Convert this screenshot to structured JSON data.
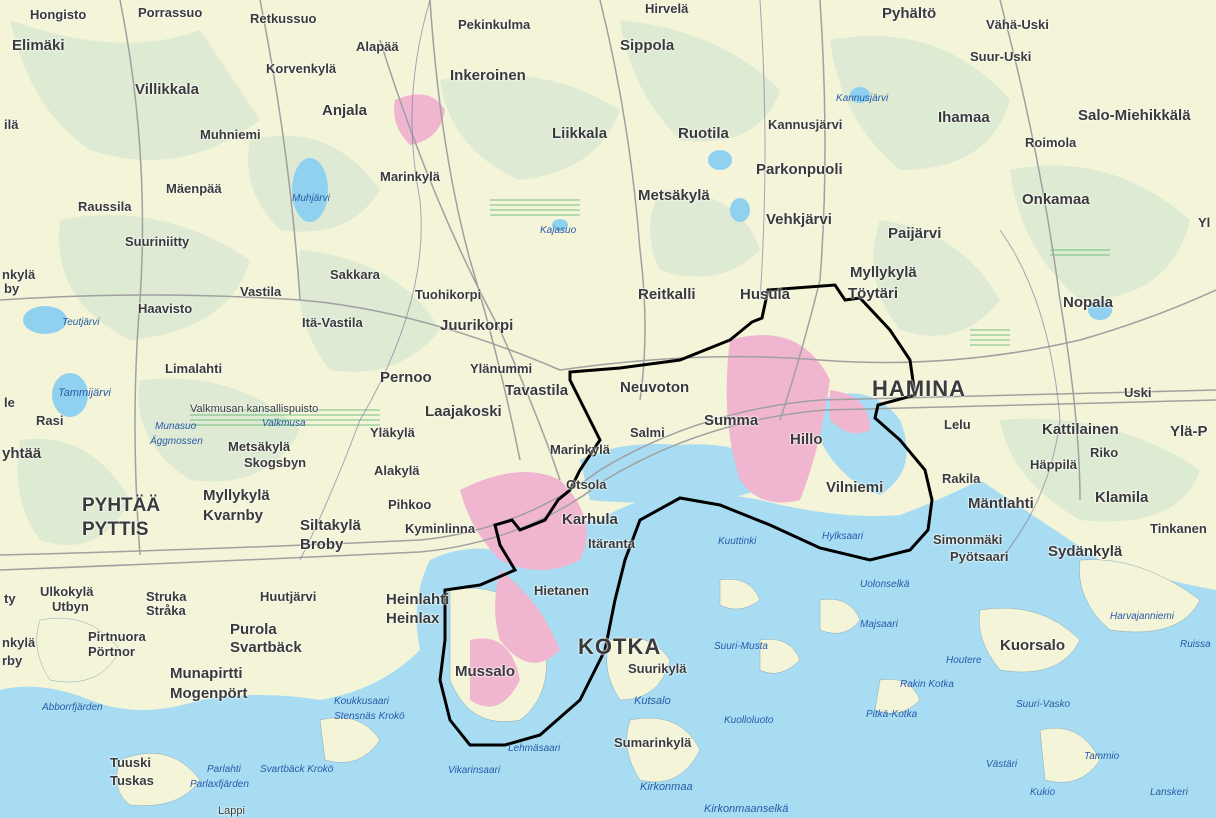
{
  "colors": {
    "land": "#f3f4d8",
    "forest": "#d9ead0",
    "sea": "#a8dcf2",
    "lake": "#8fd1ef",
    "urban": "#f0b6d0",
    "road": "#9c9c9c",
    "boundary": "#000000",
    "marsh": "#3fae5a"
  },
  "places": {
    "hongisto": "Hongisto",
    "porrassuo": "Porrassuo",
    "retkussuo": "Retkussuo",
    "pekinkulma": "Pekinkulma",
    "hirvela": "Hirvelä",
    "pyhalto": "Pyhältö",
    "vaha_uski": "Vähä-Uski",
    "elimaki": "Elimäki",
    "alapaa": "Alapää",
    "sippola": "Sippola",
    "suur_uski": "Suur-Uski",
    "korvenkyla": "Korvenkylä",
    "inkeroinen": "Inkeroinen",
    "villikkala": "Villikkala",
    "kannusjarvi_w": "Kannusjärvi",
    "ila": "ilä",
    "anjala": "Anjala",
    "ihamaa": "Ihamaa",
    "salo": "Salo-Miehikkälä",
    "muhniemi": "Muhniemi",
    "liikkala": "Liikkala",
    "ruotila": "Ruotila",
    "kannusjarvi": "Kannusjärvi",
    "roimola": "Roimola",
    "parkonpuoli": "Parkonpuoli",
    "marinkyla_n": "Marinkylä",
    "maenpaa": "Mäenpää",
    "muhjarvi": "Muhjärvi",
    "metsakyla_n": "Metsäkylä",
    "raussila": "Raussila",
    "onkamaa": "Onkamaa",
    "vehkjarvi": "Vehkjärvi",
    "kajasuo": "Kajasuo",
    "yl": "Yl",
    "suuriniitty": "Suuriniitty",
    "paijarvi": "Paijärvi",
    "nkyla": "nkylä",
    "by": "by",
    "myllykyla_n": "Myllykylä",
    "sakkara": "Sakkara",
    "vastila": "Vastila",
    "tuohikorpi": "Tuohikorpi",
    "reitkalli": "Reitkalli",
    "husula": "Husula",
    "toytari": "Töytäri",
    "nopala": "Nopala",
    "haavisto": "Haavisto",
    "teutjarvi": "Teutjärvi",
    "ita_vastila": "Itä-Vastila",
    "juurikorpi": "Juurikorpi",
    "ylanummi": "Ylänummi",
    "limalahti": "Limalahti",
    "tavastila": "Tavastila",
    "neuvoton": "Neuvoton",
    "pernoo": "Pernoo",
    "hamina": "HAMINA",
    "uski": "Uski",
    "tammijarvi": "Tammijärvi",
    "le": "le",
    "rasi": "Rasi",
    "valkmusan_kp": "Valkmusan kansallispuisto",
    "valkmusa": "Valkmusa",
    "laajakoski": "Laajakoski",
    "summa": "Summa",
    "lelu": "Lelu",
    "kattilainen": "Kattilainen",
    "yla_p": "Ylä-P",
    "munasuo": "Munasuo",
    "aggmossen": "Äggmossen",
    "salmi": "Salmi",
    "hillo": "Hillo",
    "riko": "Riko",
    "yhtaa": "yhtää",
    "metsakyla_s": "Metsäkylä",
    "skogsbyn": "Skogsbyn",
    "ylakyla": "Yläkylä",
    "marinkyla_s": "Marinkylä",
    "happila": "Häppilä",
    "rakila": "Rakila",
    "alakyla": "Alakylä",
    "otsola": "Otsola",
    "vilniemi": "Vilniemi",
    "pyhtaa": "PYHTÄÄ",
    "pyttis": "PYTTIS",
    "myllykyla_s": "Myllykylä",
    "kvarnby": "Kvarnby",
    "pihkoo": "Pihkoo",
    "mantlahti": "Mäntlahti",
    "klamila": "Klamila",
    "siltakyla": "Siltakylä",
    "broby": "Broby",
    "kyminlinna": "Kyminlinna",
    "karhula": "Karhula",
    "tinkanen": "Tinkanen",
    "itaranta": "Itäranta",
    "kuuttinki": "Kuuttinki",
    "hylksaari": "Hylksaari",
    "simonmaki": "Simonmäki",
    "pyotsaari": "Pyötsaari",
    "sydankyla": "Sydänkylä",
    "ulkokyla": "Ulkokylä",
    "utbyn": "Utbyn",
    "struka": "Struka",
    "straka": "Stråka",
    "huutjarvi": "Huutjärvi",
    "heinlahti": "Heinlahti",
    "heinlax": "Heinlax",
    "hietanen": "Hietanen",
    "uolonselka": "Uolonselkä",
    "harvajanniemi": "Harvajanniemi",
    "ruissa": "Ruissa",
    "pirtnuora": "Pirtnuora",
    "portnor": "Pörtnor",
    "purola": "Purola",
    "svartback": "Svartbäck",
    "majsaari": "Majsaari",
    "kuorsalo": "Kuorsalo",
    "nkyla2": "nkylä",
    "rby": "rby",
    "kotka": "KOTKA",
    "suuri_musta": "Suuri-Musta",
    "houtere": "Houtere",
    "suurikyla": "Suurikylä",
    "munapirtti": "Munapirtti",
    "mogenport": "Mogenpört",
    "mussalo": "Mussalo",
    "rakin_kotka": "Rakin Kotka",
    "kutsalo": "Kutsalo",
    "koukkusaari": "Koukkusaari",
    "stensnas": "Stensnäs Krokö",
    "abborfjarden": "Abborrfjärden",
    "kuolloluoto": "Kuolloluoto",
    "pitka_kotka": "Pitkä-Kotka",
    "suuri_vasko": "Suuri-Vasko",
    "lehmasaari": "Lehmäsaari",
    "sumarinkyla": "Sumarinkylä",
    "tammio": "Tammio",
    "tuuski": "Tuuski",
    "tuskas": "Tuskas",
    "parlahti": "Parlahti",
    "svartback_kroko": "Svartbäck Krokö",
    "parlaxfjarden": "Parlaxfjärden",
    "vikarinsaari": "Vikarinsaari",
    "kirkonmaa": "Kirkonmaa",
    "vastari": "Västäri",
    "kukio": "Kukio",
    "lanskeri": "Lanskeri",
    "kirkonmaanselka": "Kirkonmaanselkä",
    "lappi": "Lappi",
    "ty": "ty"
  }
}
